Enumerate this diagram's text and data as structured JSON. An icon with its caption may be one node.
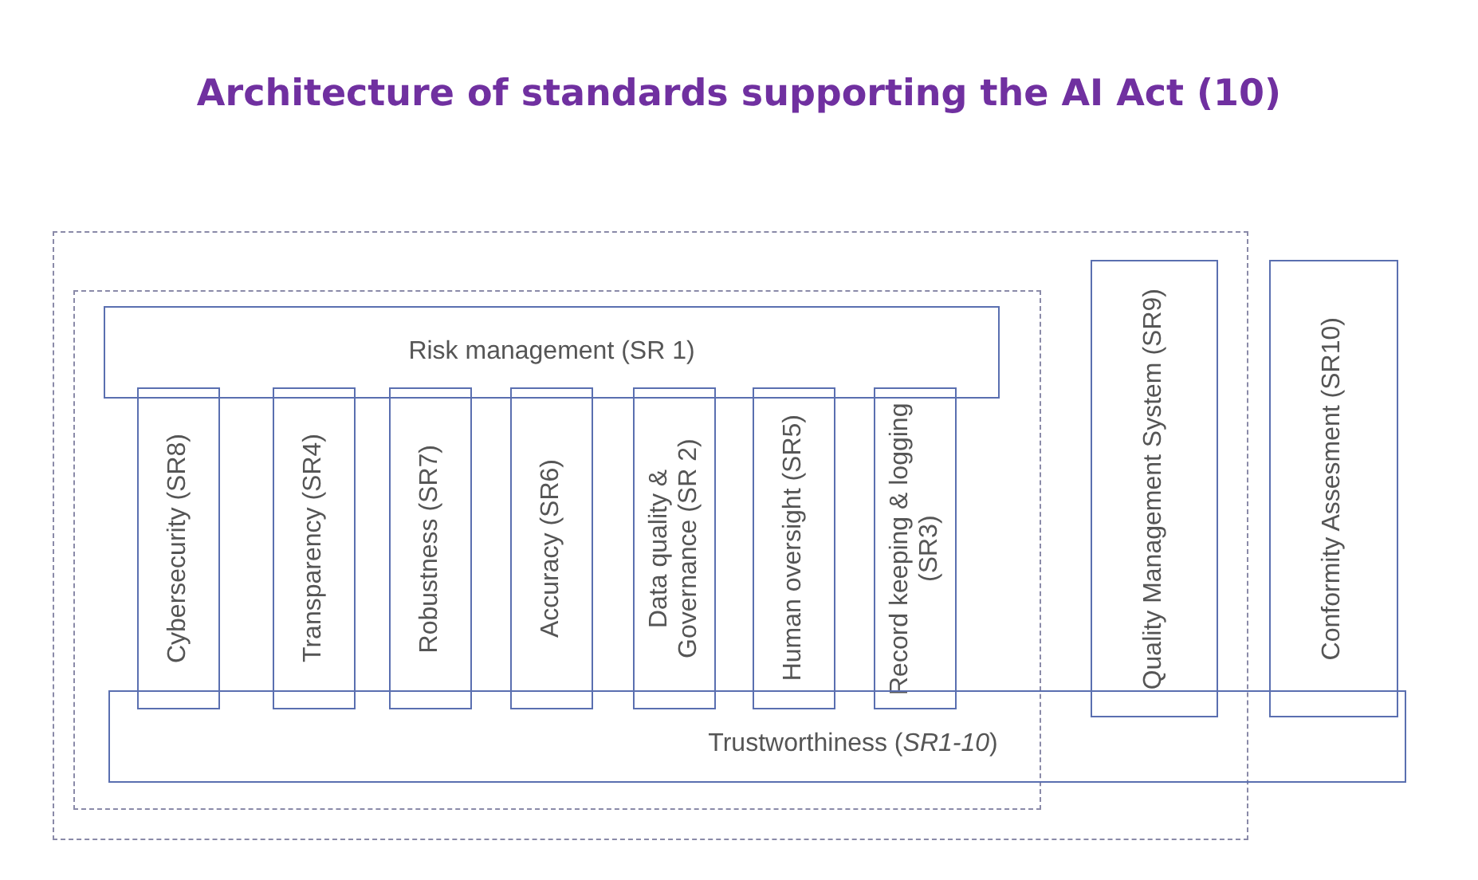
{
  "diagram": {
    "title": "Architecture of standards supporting the AI Act (10)",
    "nodes": [
      {
        "text": [
          "Risk management (SR 1)"
        ]
      },
      {
        "text": [
          "Cybersecurity (SR8)"
        ]
      },
      {
        "text": [
          "Transparency (SR4)"
        ]
      },
      {
        "text": [
          "Robustness (SR7)"
        ]
      },
      {
        "text": [
          "Accuracy (SR6)"
        ]
      },
      {
        "text": [
          "Data quality & Governance (SR 2)"
        ]
      },
      {
        "text": [
          "Human oversight (SR5)"
        ]
      },
      {
        "text": [
          "Record keeping & logging (SR3)"
        ]
      },
      {
        "text": [
          "Quality Management System (SR9)"
        ]
      },
      {
        "text": [
          "Conformity Assesment (SR10)"
        ]
      },
      {
        "text": [
          "Trustworthiness (*SR1-10*)"
        ]
      }
    ],
    "edges": []
  }
}
